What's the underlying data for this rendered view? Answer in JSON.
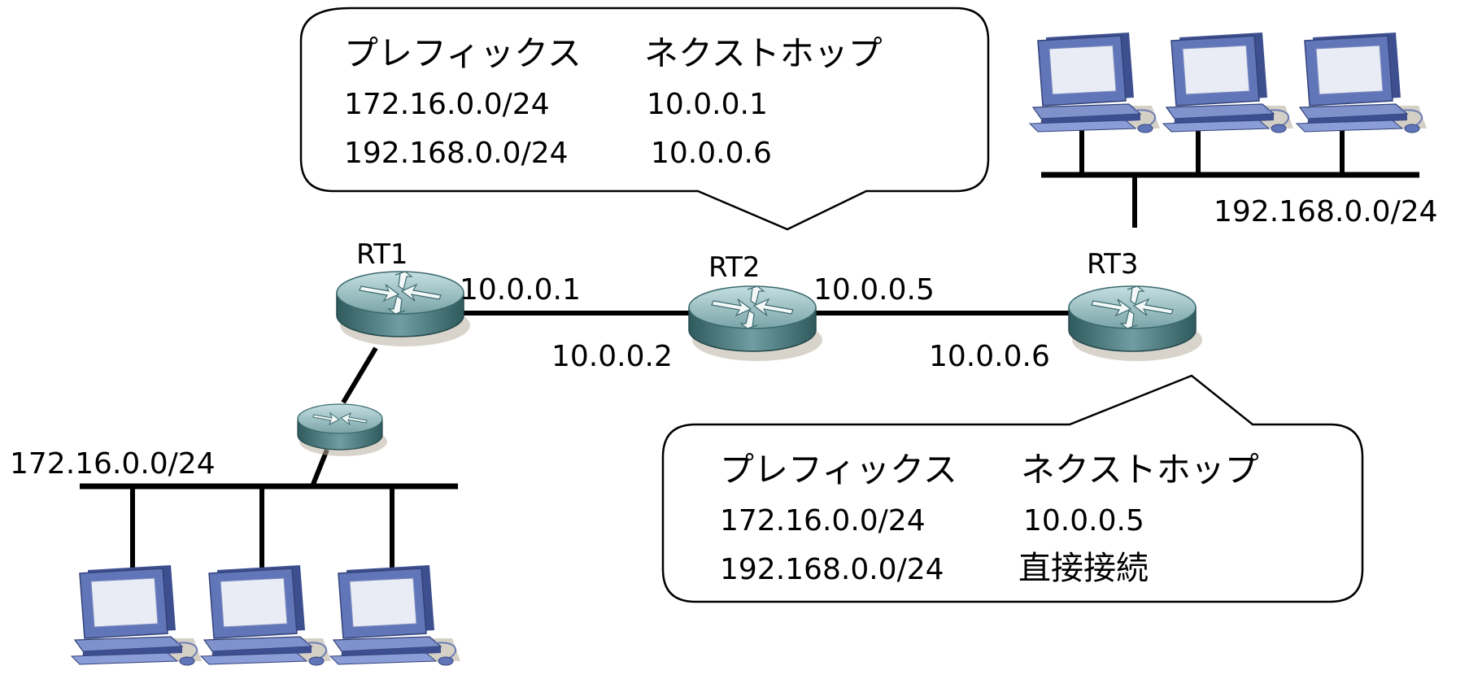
{
  "routers": [
    {
      "id": "rt1",
      "label": "RT1"
    },
    {
      "id": "rt2",
      "label": "RT2"
    },
    {
      "id": "rt3",
      "label": "RT3"
    },
    {
      "id": "rt4",
      "label": ""
    }
  ],
  "interfaces": {
    "rt1_right": "10.0.0.1",
    "rt2_left": "10.0.0.2",
    "rt2_right": "10.0.0.5",
    "rt3_left": "10.0.0.6"
  },
  "networks": {
    "left": "172.16.0.0/24",
    "right": "192.168.0.0/24"
  },
  "callout_rt2": {
    "header_prefix": "プレフィックス",
    "header_nexthop": "ネクストホップ",
    "rows": [
      {
        "prefix": "172.16.0.0/24",
        "nexthop": "10.0.0.1"
      },
      {
        "prefix": "192.168.0.0/24",
        "nexthop": "10.0.0.6"
      }
    ]
  },
  "callout_rt3": {
    "header_prefix": "プレフィックス",
    "header_nexthop": "ネクストホップ",
    "rows": [
      {
        "prefix": "172.16.0.0/24",
        "nexthop": "10.0.0.5"
      },
      {
        "prefix": "192.168.0.0/24",
        "nexthop": "直接接続"
      }
    ]
  },
  "colors": {
    "router_top": "#9fc3c6",
    "router_side": "#3f6f73",
    "pc_body": "#5a6fb0",
    "pc_screen": "#e9ecf5",
    "line": "#000000"
  }
}
